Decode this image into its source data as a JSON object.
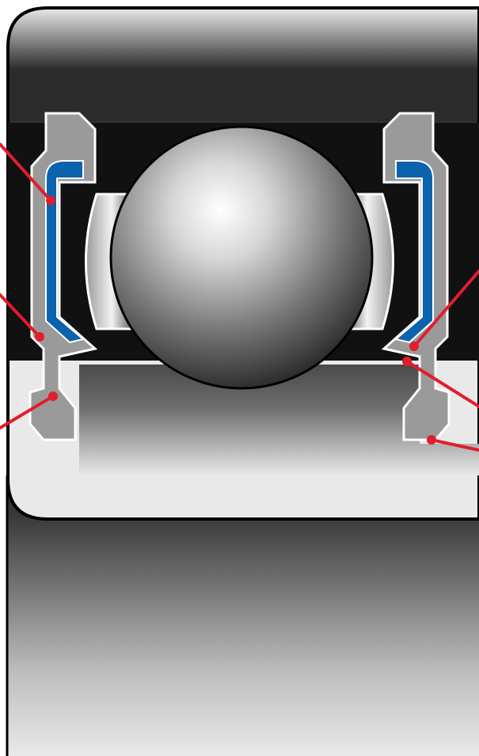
{
  "diagram": {
    "type": "bearing-cross-section",
    "components": [
      "outer-ring",
      "inner-ring",
      "ball",
      "cage",
      "seal-left",
      "seal-right",
      "seal-core-left",
      "seal-core-right"
    ],
    "callout_count": 6,
    "colors": {
      "background": "#ffffff",
      "outline": "#000000",
      "seal_fill": "#9a9a9a",
      "seal_core": "#0c63ad",
      "leader": "#e01e2e",
      "ring_light": "#e9e9e9",
      "ring_dark": "#2c2c2c",
      "groove_dark": "#111111"
    }
  }
}
